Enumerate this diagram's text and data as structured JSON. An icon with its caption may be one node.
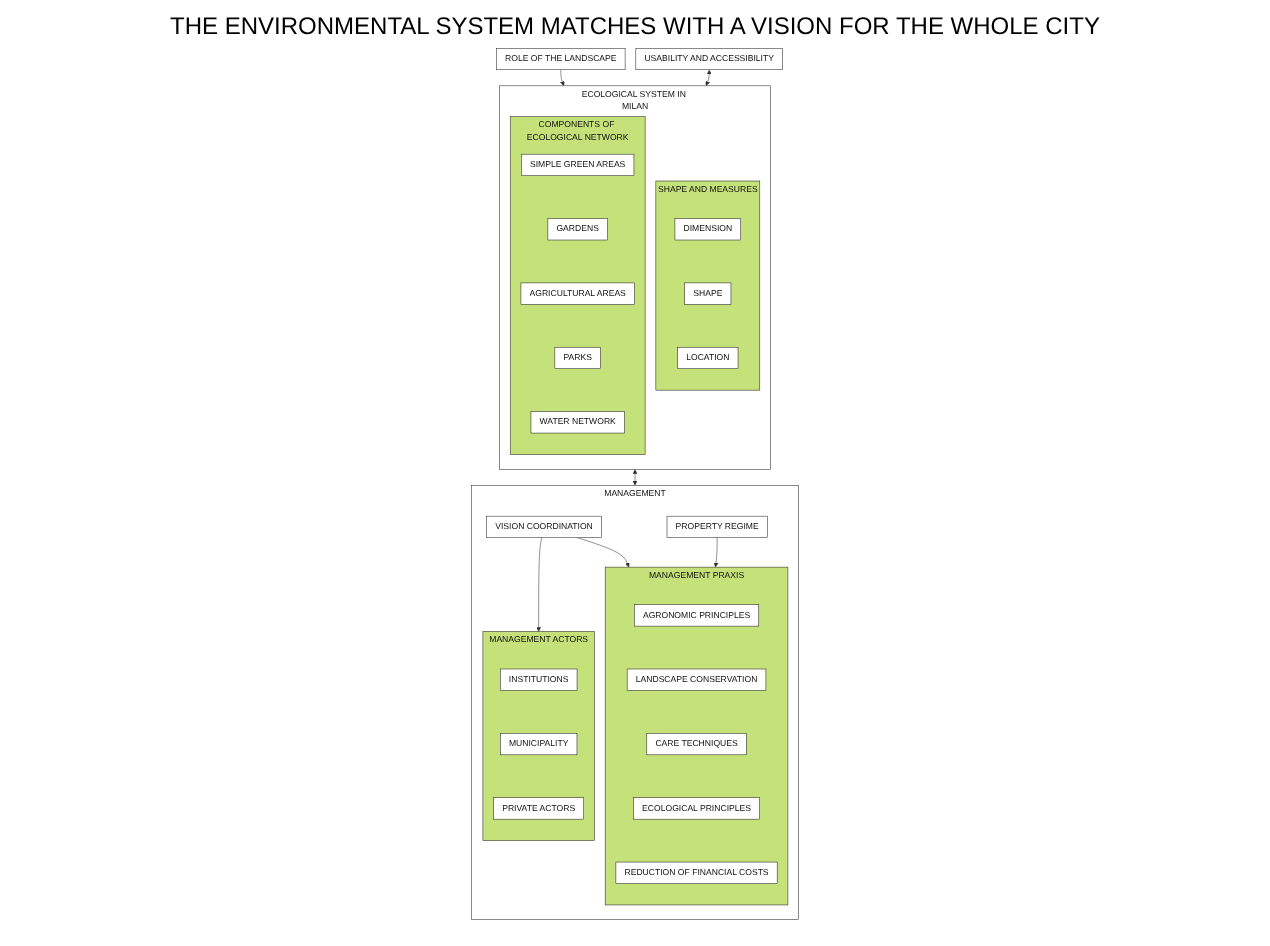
{
  "diagram": {
    "title": "THE ENVIRONMENTAL SYSTEM MATCHES WITH A VISION FOR THE WHOLE CITY",
    "nodes": [
      {
        "text": [
          "ROLE OF THE LANDSCAPE"
        ]
      },
      {
        "text": [
          "USABILITY AND ACCESSIBILITY"
        ]
      },
      {
        "text": [
          "ECOLOGICAL SYSTEM IN MILAN"
        ]
      },
      {
        "text": [
          "SHAPE AND MEASURES"
        ],
        "in": 2
      },
      {
        "text": [
          "DIMENSION"
        ],
        "in": 3
      },
      {
        "text": [
          "SHAPE"
        ],
        "in": 3
      },
      {
        "text": [
          "LOCATION"
        ],
        "in": 3
      },
      {
        "text": [
          "COMPONENTS OF ECOLOGICAL NETWORK"
        ],
        "in": 2
      },
      {
        "text": [
          "SIMPLE GREEN AREAS"
        ],
        "in": 7
      },
      {
        "text": [
          "GARDENS"
        ],
        "in": 7
      },
      {
        "text": [
          "AGRICULTURAL AREAS"
        ],
        "in": 7
      },
      {
        "text": [
          "PARKS"
        ],
        "in": 7
      },
      {
        "text": [
          "WATER NETWORK"
        ],
        "in": 7
      },
      {
        "text": [
          "MANAGEMENT"
        ]
      },
      {
        "text": [
          "MANAGEMENT ACTORS"
        ],
        "in": 13
      },
      {
        "text": [
          "INSTITUTIONS"
        ],
        "in": 14
      },
      {
        "text": [
          "MUNICIPALITY"
        ],
        "in": 14
      },
      {
        "text": [
          "PRIVATE ACTORS"
        ],
        "in": 14
      },
      {
        "text": [
          "VISION COORDINATION"
        ],
        "in": 13
      },
      {
        "text": [
          "PROPERTY REGIME"
        ],
        "in": 13
      },
      {
        "text": [
          "MANAGEMENT PRAXIS"
        ],
        "in": 13
      },
      {
        "text": [
          "AGRONOMIC PRINCIPLES"
        ],
        "in": 20
      },
      {
        "text": [
          "LANDSCAPE CONSERVATION"
        ],
        "in": 20
      },
      {
        "text": [
          "CARE TECHNIQUES"
        ],
        "in": 20
      },
      {
        "text": [
          "ECOLOGICAL PRINCIPLES"
        ],
        "in": 20
      },
      {
        "text": [
          "REDUCTION OF FINANCIAL COSTS"
        ],
        "in": 20
      }
    ],
    "edges": [
      {
        "from": 0,
        "to": 2,
        "arrow": "to"
      },
      {
        "from": 1,
        "to": 2,
        "arrow": "both"
      },
      {
        "from": 2,
        "to": 13,
        "arrow": "both"
      },
      {
        "from": 18,
        "to": 14,
        "arrow": "to"
      },
      {
        "from": 18,
        "to": 20,
        "arrow": "to"
      },
      {
        "from": 19,
        "to": 20,
        "arrow": "to"
      }
    ]
  }
}
